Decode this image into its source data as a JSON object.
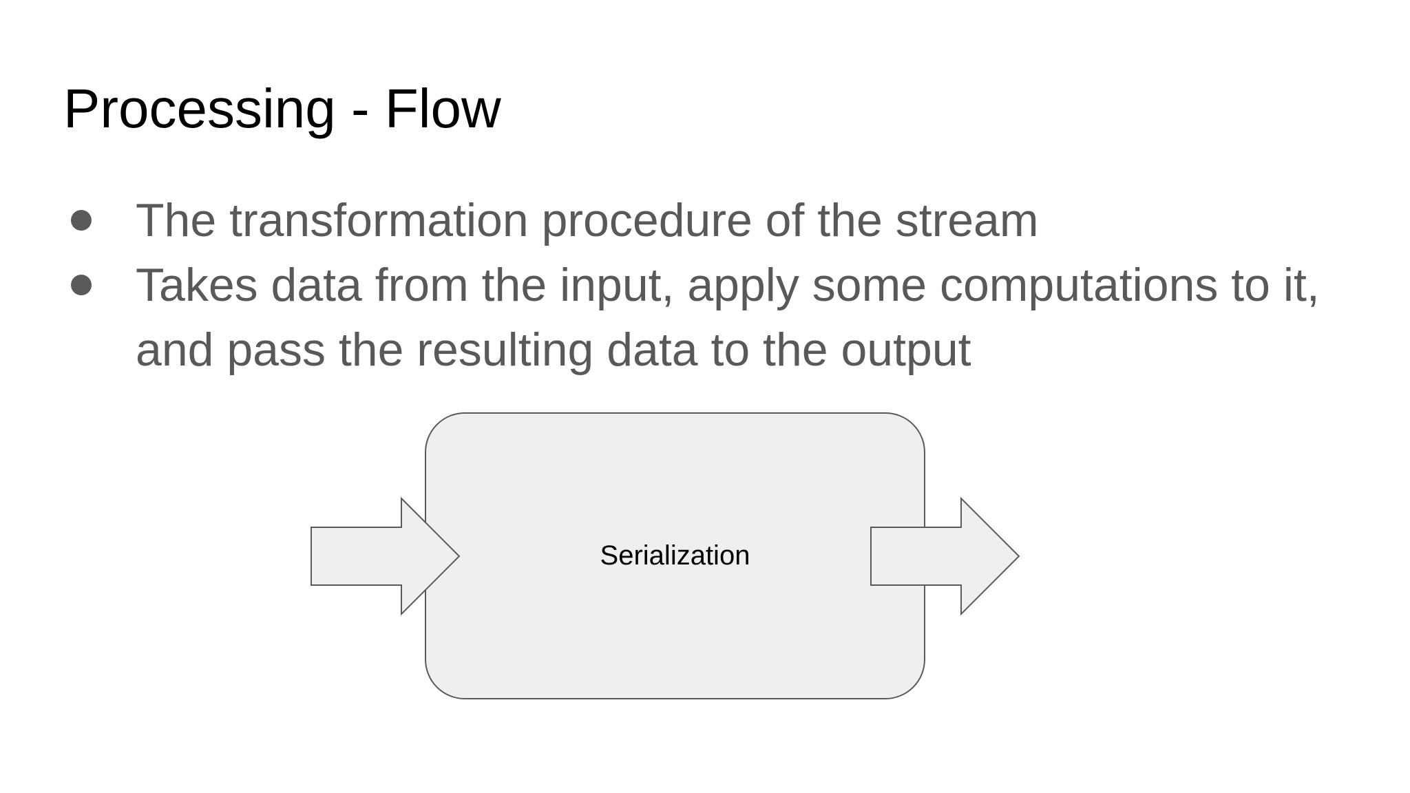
{
  "slide": {
    "title": "Processing - Flow",
    "bullets": [
      {
        "marker": "filled-circle",
        "lines": [
          "The transformation procedure of the stream"
        ]
      },
      {
        "marker": "filled-circle",
        "lines": [
          "Takes data from the input, apply some computations to it,",
          "and pass the resulting data to the output"
        ]
      }
    ],
    "diagram": {
      "node_label": "Serialization",
      "input_arrow_icon": "block-arrow-right",
      "output_arrow_icon": "block-arrow-right"
    },
    "colors": {
      "background": "#ffffff",
      "title_text": "#000000",
      "bullet_text": "#595959",
      "bullet_dot": "#595959",
      "shape_fill": "#efefef",
      "shape_border": "#595959",
      "node_label_text": "#000000"
    }
  }
}
